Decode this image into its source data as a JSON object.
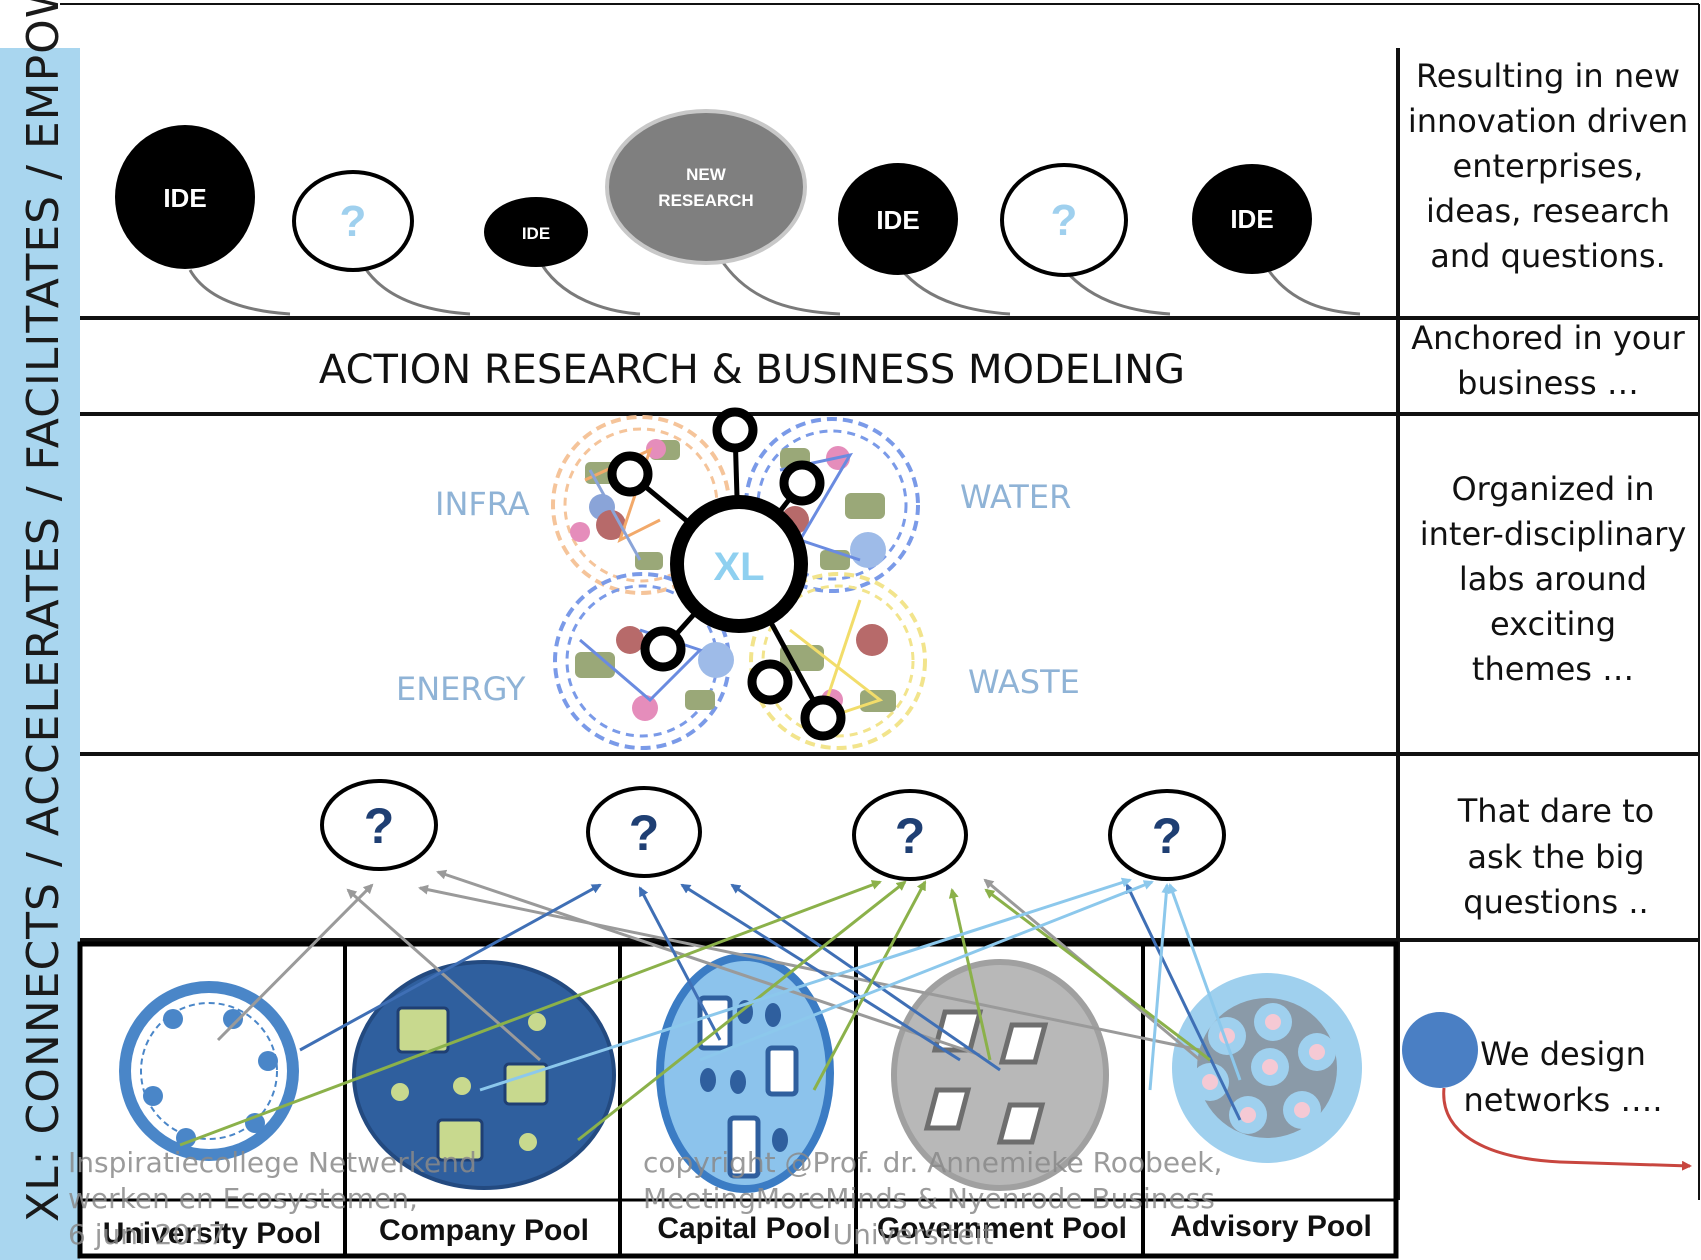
{
  "sidebar": {
    "label": "XL: CONNECTS / ACCELERATES / FACILITATES / EMPOWERS",
    "accent": "#a9d6ef"
  },
  "top_row": {
    "bubbles": [
      {
        "label": "IDE",
        "style": "black"
      },
      {
        "label": "?",
        "style": "white"
      },
      {
        "label": "IDE",
        "style": "black"
      },
      {
        "label": "NEW RESEARCH",
        "lines": [
          "NEW",
          "RESEARCH"
        ],
        "style": "grey"
      },
      {
        "label": "IDE",
        "style": "black"
      },
      {
        "label": "?",
        "style": "white"
      },
      {
        "label": "IDE",
        "style": "black"
      }
    ]
  },
  "band": {
    "title": "ACTION RESEARCH & BUSINESS MODELING"
  },
  "labs": {
    "center": "XL",
    "themes": [
      "INFRA",
      "WATER",
      "ENERGY",
      "WASTE"
    ]
  },
  "questions": {
    "marks": [
      "?",
      "?",
      "?",
      "?"
    ]
  },
  "pools": {
    "labels": [
      "University Pool",
      "Company Pool",
      "Capital Pool",
      "Government Pool",
      "Advisory Pool"
    ],
    "colors": {
      "university": "#4a86c8",
      "company": "#2f5f9e",
      "capital": "#3b7cc4",
      "government": "#b8b8b8",
      "advisory": "#9fd0ee"
    }
  },
  "right_column": {
    "lines": [
      [
        "Resulting in new",
        "innovation driven",
        "enterprises,",
        "ideas, research",
        "and questions."
      ],
      [
        "Anchored in your",
        "business …"
      ],
      [
        "Organized in",
        "inter-disciplinary",
        "labs around",
        "exciting",
        "themes …"
      ],
      [
        "That dare to",
        "ask the big",
        "questions .."
      ],
      [
        "We design",
        "networks …."
      ]
    ]
  },
  "footer": {
    "left": [
      "Inspiratiecollege Netwerkend",
      "werken en Ecosystemen,",
      "6 juni 2017"
    ],
    "right": [
      "copyright @Prof. dr. Annemieke Roobeek,",
      "MeetingMoreMinds & Nyenrode Business",
      "Universiteit"
    ]
  }
}
